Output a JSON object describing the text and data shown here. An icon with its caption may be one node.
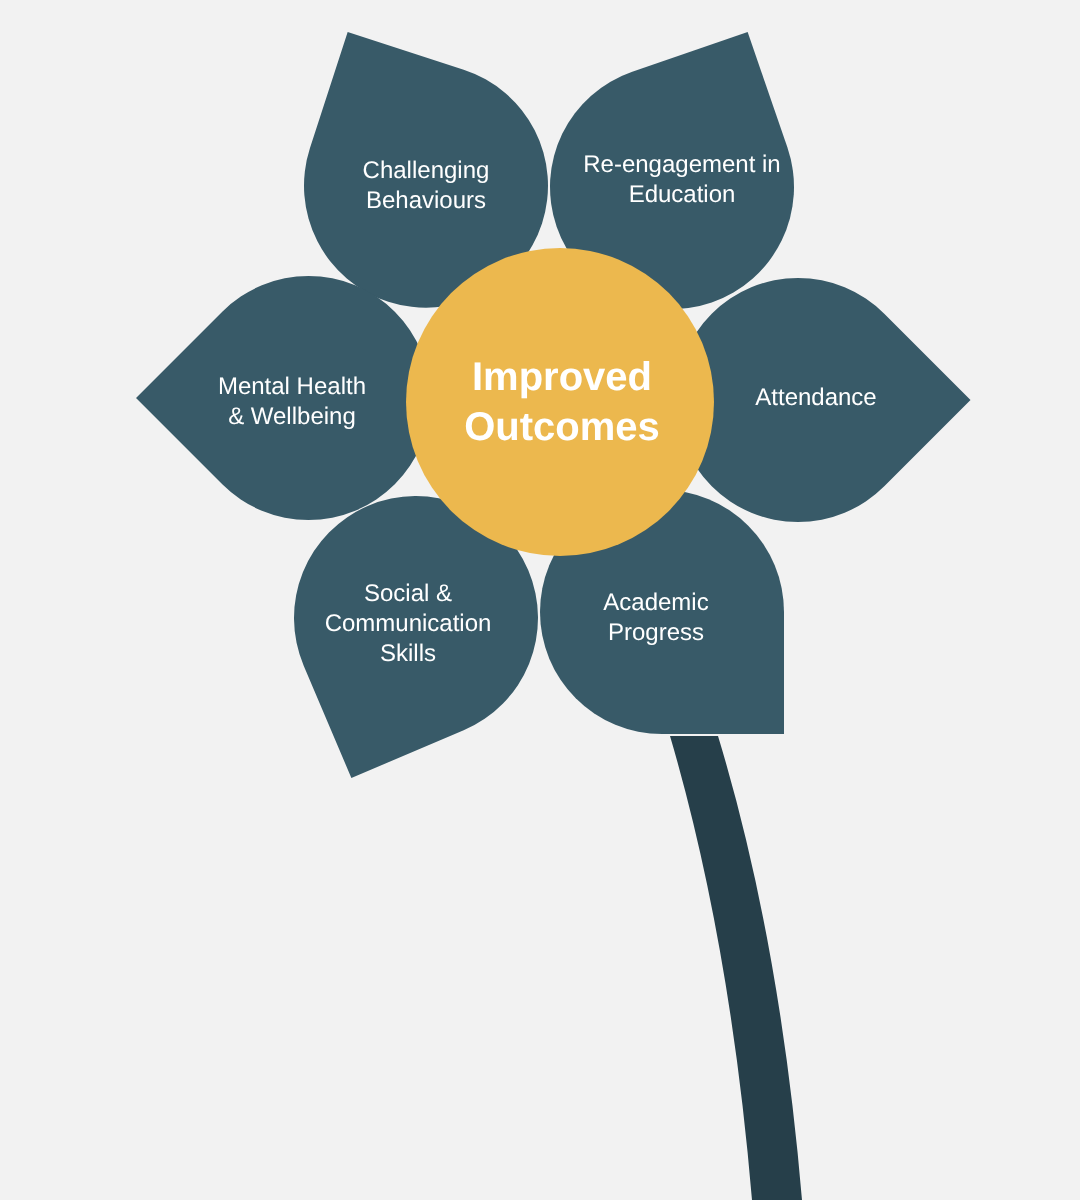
{
  "diagram": {
    "nodes": [
      {
        "text": [
          "Challenging Behaviours"
        ]
      },
      {
        "text": [
          "Re-engagement in Education"
        ]
      },
      {
        "text": [
          "Mental Health & Wellbeing"
        ]
      },
      {
        "text": [
          "Improved Outcomes"
        ]
      },
      {
        "text": [
          "Attendance"
        ]
      },
      {
        "text": [
          "Social & Communication Skills"
        ]
      },
      {
        "text": [
          "Academic Progress"
        ]
      },
      {
        "text": [],
        "shape": "bar"
      }
    ]
  }
}
